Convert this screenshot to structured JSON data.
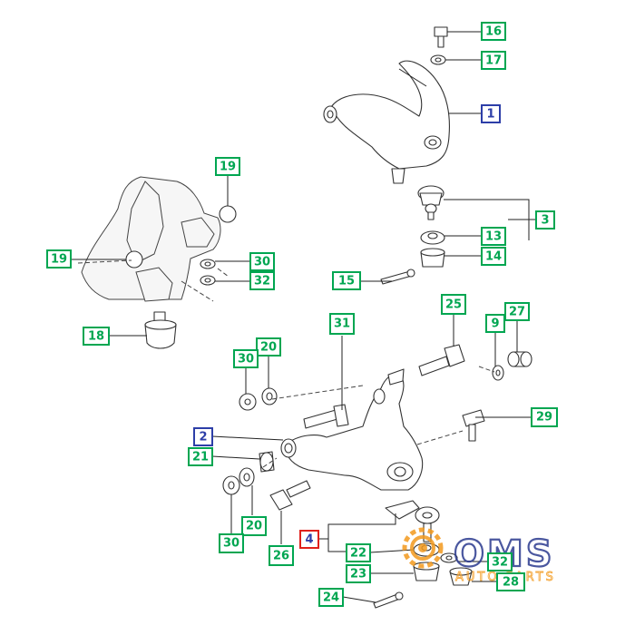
{
  "colors": {
    "green_callout": "#00a651",
    "blue_callout": "#2d3ea8",
    "red_callout": "#e0201b",
    "logo_blue": "#2b3a8f",
    "logo_orange": "#f39a1e"
  },
  "callouts": {
    "c16": "16",
    "c17": "17",
    "c1": "1",
    "c19a": "19",
    "c19b": "19",
    "c3": "3",
    "c13": "13",
    "c14": "14",
    "c30a": "30",
    "c32a": "32",
    "c15": "15",
    "c18": "18",
    "c31": "31",
    "c25": "25",
    "c9": "9",
    "c27": "27",
    "c30b": "30",
    "c20a": "20",
    "c29": "29",
    "c2": "2",
    "c21": "21",
    "c20b": "20",
    "c30c": "30",
    "c26": "26",
    "c4": "4",
    "c22": "22",
    "c32b": "32",
    "c23": "23",
    "c28": "28",
    "c24": "24"
  },
  "logo": {
    "brand": "OMS",
    "tagline": "AUTO PARTS",
    "icon": "gear-icon"
  }
}
